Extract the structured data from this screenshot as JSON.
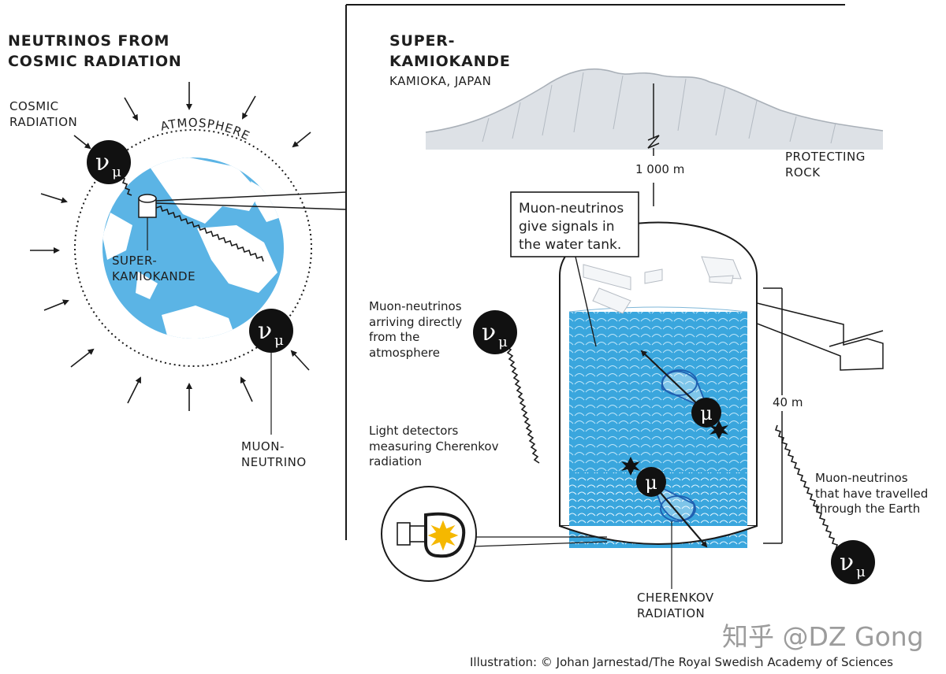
{
  "left_panel": {
    "title": "NEUTRINOS FROM\nCOSMIC RADIATION",
    "cosmic_radiation_label": "COSMIC\nRADIATION",
    "atmosphere_label": "ATMOSPHERE",
    "detector_label": "SUPER-\nKAMIOKANDE",
    "muon_neutrino_label": "MUON-\nNEUTRINO"
  },
  "right_panel": {
    "title": "SUPER-\nKAMIOKANDE",
    "location": "KAMIOKA, JAPAN",
    "rock_label": "PROTECTING\nROCK",
    "depth_label": "1 000 m",
    "height_label": "40 m",
    "callout_text": "Muon-neutrinos\ngive signals in\nthe water tank.",
    "arriving_label": "Muon-neutrinos\narriving directly\nfrom the\natmosphere",
    "detectors_label": "Light detectors\nmeasuring Cherenkov\nradiation",
    "through_earth_label": "Muon-neutrinos\nthat have travelled\nthrough the Earth",
    "cherenkov_label": "CHERENKOV\nRADIATION"
  },
  "symbols": {
    "neutrino_symbol": "ν",
    "neutrino_subscript": "μ",
    "muon_symbol": "μ"
  },
  "watermark": "知乎 @DZ Gong",
  "credit": "Illustration: © Johan Jarnestad/The Royal Swedish Academy of Sciences",
  "colors": {
    "water": "#3aa6dd",
    "earth_ocean": "#5bb4e5",
    "land": "#ffffff",
    "rock": "#b8bfc7",
    "symbol_fill": "#111111"
  }
}
